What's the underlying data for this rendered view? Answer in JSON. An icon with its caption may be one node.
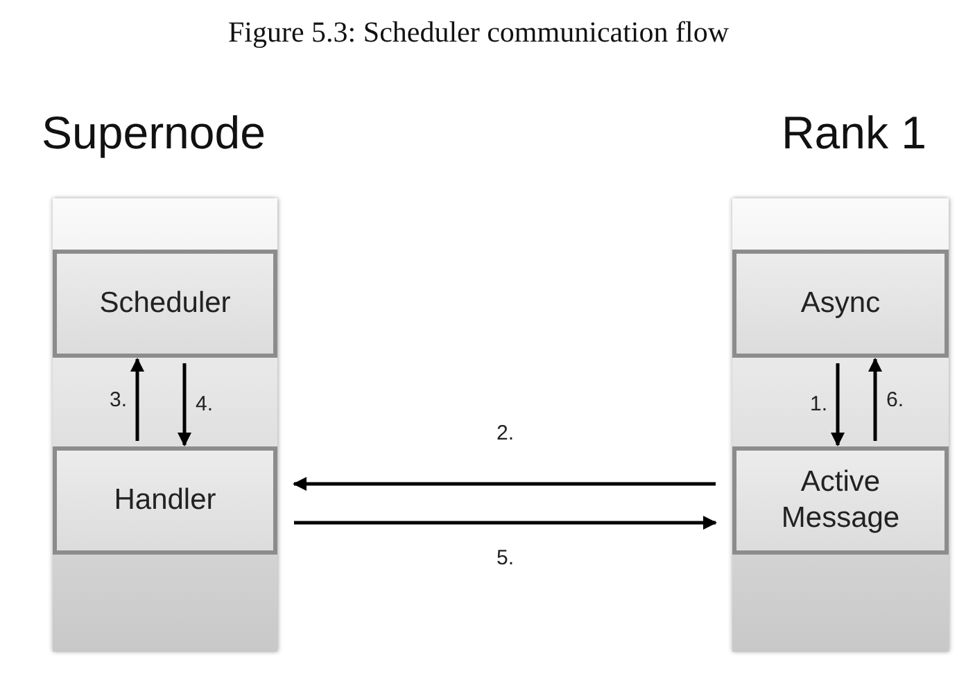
{
  "diagram": {
    "title": "Figure 5.3: Scheduler communication flow",
    "nodes": [
      {
        "text": [
          "Supernode"
        ]
      },
      {
        "text": [
          "Scheduler"
        ],
        "in": 0
      },
      {
        "text": [
          "Handler"
        ],
        "in": 0
      },
      {
        "text": [
          "Rank 1"
        ]
      },
      {
        "text": [
          "Async"
        ],
        "in": 3
      },
      {
        "text": [
          "Active Message"
        ],
        "in": 3
      }
    ],
    "edges": [
      {
        "from": 2,
        "to": 1,
        "arrow": "to",
        "label": "3."
      },
      {
        "from": 1,
        "to": 2,
        "arrow": "to",
        "label": "4."
      },
      {
        "from": 4,
        "to": 5,
        "arrow": "to",
        "label": "1."
      },
      {
        "from": 5,
        "to": 4,
        "arrow": "to",
        "label": "6."
      },
      {
        "from": 5,
        "to": 2,
        "arrow": "to",
        "label": "2."
      },
      {
        "from": 2,
        "to": 5,
        "arrow": "to",
        "label": "5."
      }
    ]
  }
}
